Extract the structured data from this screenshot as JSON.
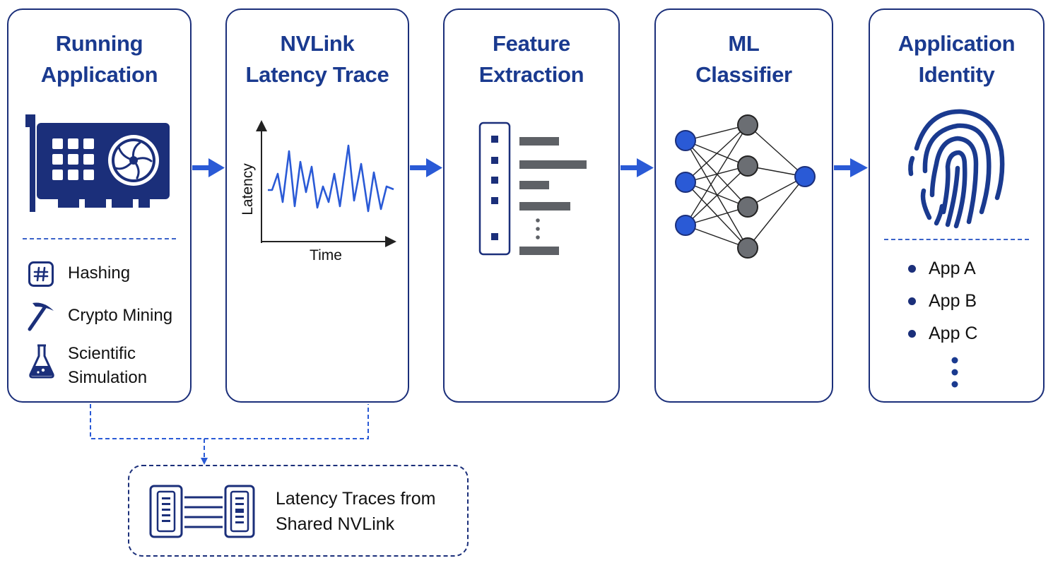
{
  "panels": [
    {
      "title_line1": "Running",
      "title_line2": "Application"
    },
    {
      "title_line1": "NVLink",
      "title_line2": "Latency Trace"
    },
    {
      "title_line1": "Feature",
      "title_line2": "Extraction"
    },
    {
      "title_line1": "ML",
      "title_line2": "Classifier"
    },
    {
      "title_line1": "Application",
      "title_line2": "Identity"
    }
  ],
  "workloads": [
    {
      "label": "Hashing",
      "icon": "hash-icon"
    },
    {
      "label": "Crypto Mining",
      "icon": "pickaxe-icon"
    },
    {
      "label_line1": "Scientific",
      "label_line2": "Simulation",
      "icon": "flask-icon"
    }
  ],
  "trace": {
    "ylabel": "Latency",
    "xlabel": "Time"
  },
  "identities": [
    "App A",
    "App B",
    "App C"
  ],
  "shared_box": {
    "line1": "Latency Traces from",
    "line2": "Shared NVLink"
  },
  "colors": {
    "navy": "#1b2f7a",
    "title": "#1a3a8f",
    "accent": "#2a5ad6",
    "gray": "#5e6166"
  }
}
